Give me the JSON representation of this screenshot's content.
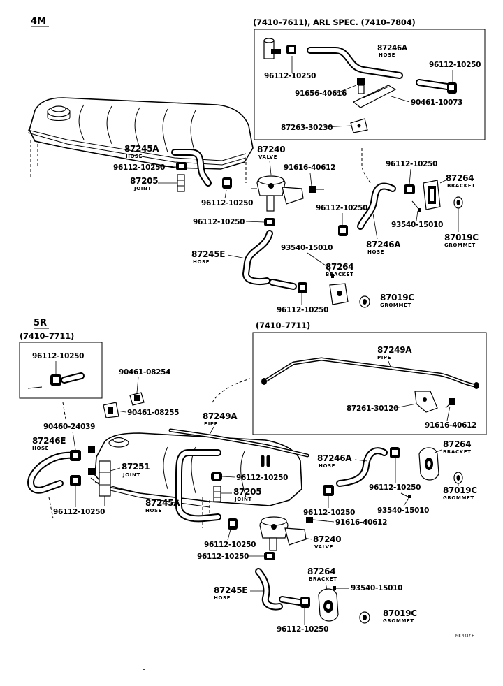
{
  "sections": {
    "top": "4M",
    "bottom": "5R"
  },
  "boxes": {
    "top_right": "(7410–7611), ARL SPEC. (7410–7804)",
    "bottom_right": "(7410–7711)",
    "bottom_left": "(7410–7711)"
  },
  "labels": {
    "hose_87246A_tb": {
      "number": "87246A",
      "sub": "HOSE"
    },
    "clamp_96112_tb1": {
      "number": "96112-10250"
    },
    "clamp_96112_tb2": {
      "number": "96112-10250"
    },
    "bolt_91656": {
      "number": "91656-40616"
    },
    "bracket_90461_10073": {
      "number": "90461-10073"
    },
    "bracket_87263": {
      "number": "87263-30230"
    },
    "hose_87245A_4m": {
      "number": "87245A",
      "sub": "HOSE"
    },
    "clamp_96112_4m1": {
      "number": "96112-10250"
    },
    "joint_87205_4m": {
      "number": "87205",
      "sub": "JOINT"
    },
    "clamp_96112_4m2": {
      "number": "96112-10250"
    },
    "valve_87240_4m": {
      "number": "87240",
      "sub": "VALVE"
    },
    "bolt_91616_4m": {
      "number": "91616-40612"
    },
    "clamp_96112_4m3": {
      "number": "96112-10250"
    },
    "hose_87245E_4m": {
      "number": "87245E",
      "sub": "HOSE"
    },
    "clamp_96112_4m4": {
      "number": "96112-10250"
    },
    "bolt_93540_4m_mid": {
      "number": "93540-15010"
    },
    "bracket_87264_4m_mid": {
      "number": "87264",
      "sub": "BRACKET"
    },
    "grommet_87019C_4m_mid": {
      "number": "87019C",
      "sub": "GROMMET"
    },
    "clamp_96112_4m5": {
      "number": "96112-10250"
    },
    "clamp_96112_4m6": {
      "number": "96112-10250"
    },
    "bracket_87264_4m_right": {
      "number": "87264",
      "sub": "BRACKET"
    },
    "bolt_93540_4m_right": {
      "number": "93540-15010"
    },
    "hose_87246A_4m": {
      "number": "87246A",
      "sub": "HOSE"
    },
    "grommet_87019C_4m_right": {
      "number": "87019C",
      "sub": "GROMMET"
    },
    "clamp_96112_5r_box": {
      "number": "96112-10250"
    },
    "bracket_90461_08254": {
      "number": "90461-08254"
    },
    "bracket_90461_08255": {
      "number": "90461-08255"
    },
    "clip_90460_24039": {
      "number": "90460-24039"
    },
    "hose_87246E": {
      "number": "87246E",
      "sub": "HOSE"
    },
    "clamp_96112_5r1": {
      "number": "96112-10250"
    },
    "pipe_87249A_5r": {
      "number": "87249A",
      "sub": "PIPE"
    },
    "joint_87251": {
      "number": "87251",
      "sub": "JOINT"
    },
    "hose_87245A_5r": {
      "number": "87245A",
      "sub": "HOSE"
    },
    "clamp_96112_5r2": {
      "number": "96112-10250"
    },
    "joint_87205_5r": {
      "number": "87205",
      "sub": "JOINT"
    },
    "clamp_96112_5r3": {
      "number": "96112-10250"
    },
    "clamp_96112_5r4": {
      "number": "96112-10250"
    },
    "hose_87245E_5r": {
      "number": "87245E",
      "sub": "HOSE"
    },
    "clamp_96112_5r5": {
      "number": "96112-10250"
    },
    "bracket_87264_5r_bottom": {
      "number": "87264",
      "sub": "BRACKET"
    },
    "bolt_93540_5r_bottom": {
      "number": "93540-15010"
    },
    "grommet_87019C_5r_bottom": {
      "number": "87019C",
      "sub": "GROMMET"
    },
    "valve_87240_5r": {
      "number": "87240",
      "sub": "VALVE"
    },
    "bolt_91616_5r": {
      "number": "91616-40612"
    },
    "clamp_96112_5r6": {
      "number": "96112-10250"
    },
    "hose_87246A_5r": {
      "number": "87246A",
      "sub": "HOSE"
    },
    "clamp_96112_5r7": {
      "number": "96112-10250"
    },
    "bolt_93540_5r_right": {
      "number": "93540-15010"
    },
    "bracket_87264_5r_right": {
      "number": "87264",
      "sub": "BRACKET"
    },
    "grommet_87019C_5r_right": {
      "number": "87019C",
      "sub": "GROMMET"
    },
    "pipe_87249A_box": {
      "number": "87249A",
      "sub": "PIPE"
    },
    "bracket_87261": {
      "number": "87261-30120"
    },
    "bolt_91616_box": {
      "number": "91616-40612"
    }
  },
  "footer_code": "ME 4437 H"
}
